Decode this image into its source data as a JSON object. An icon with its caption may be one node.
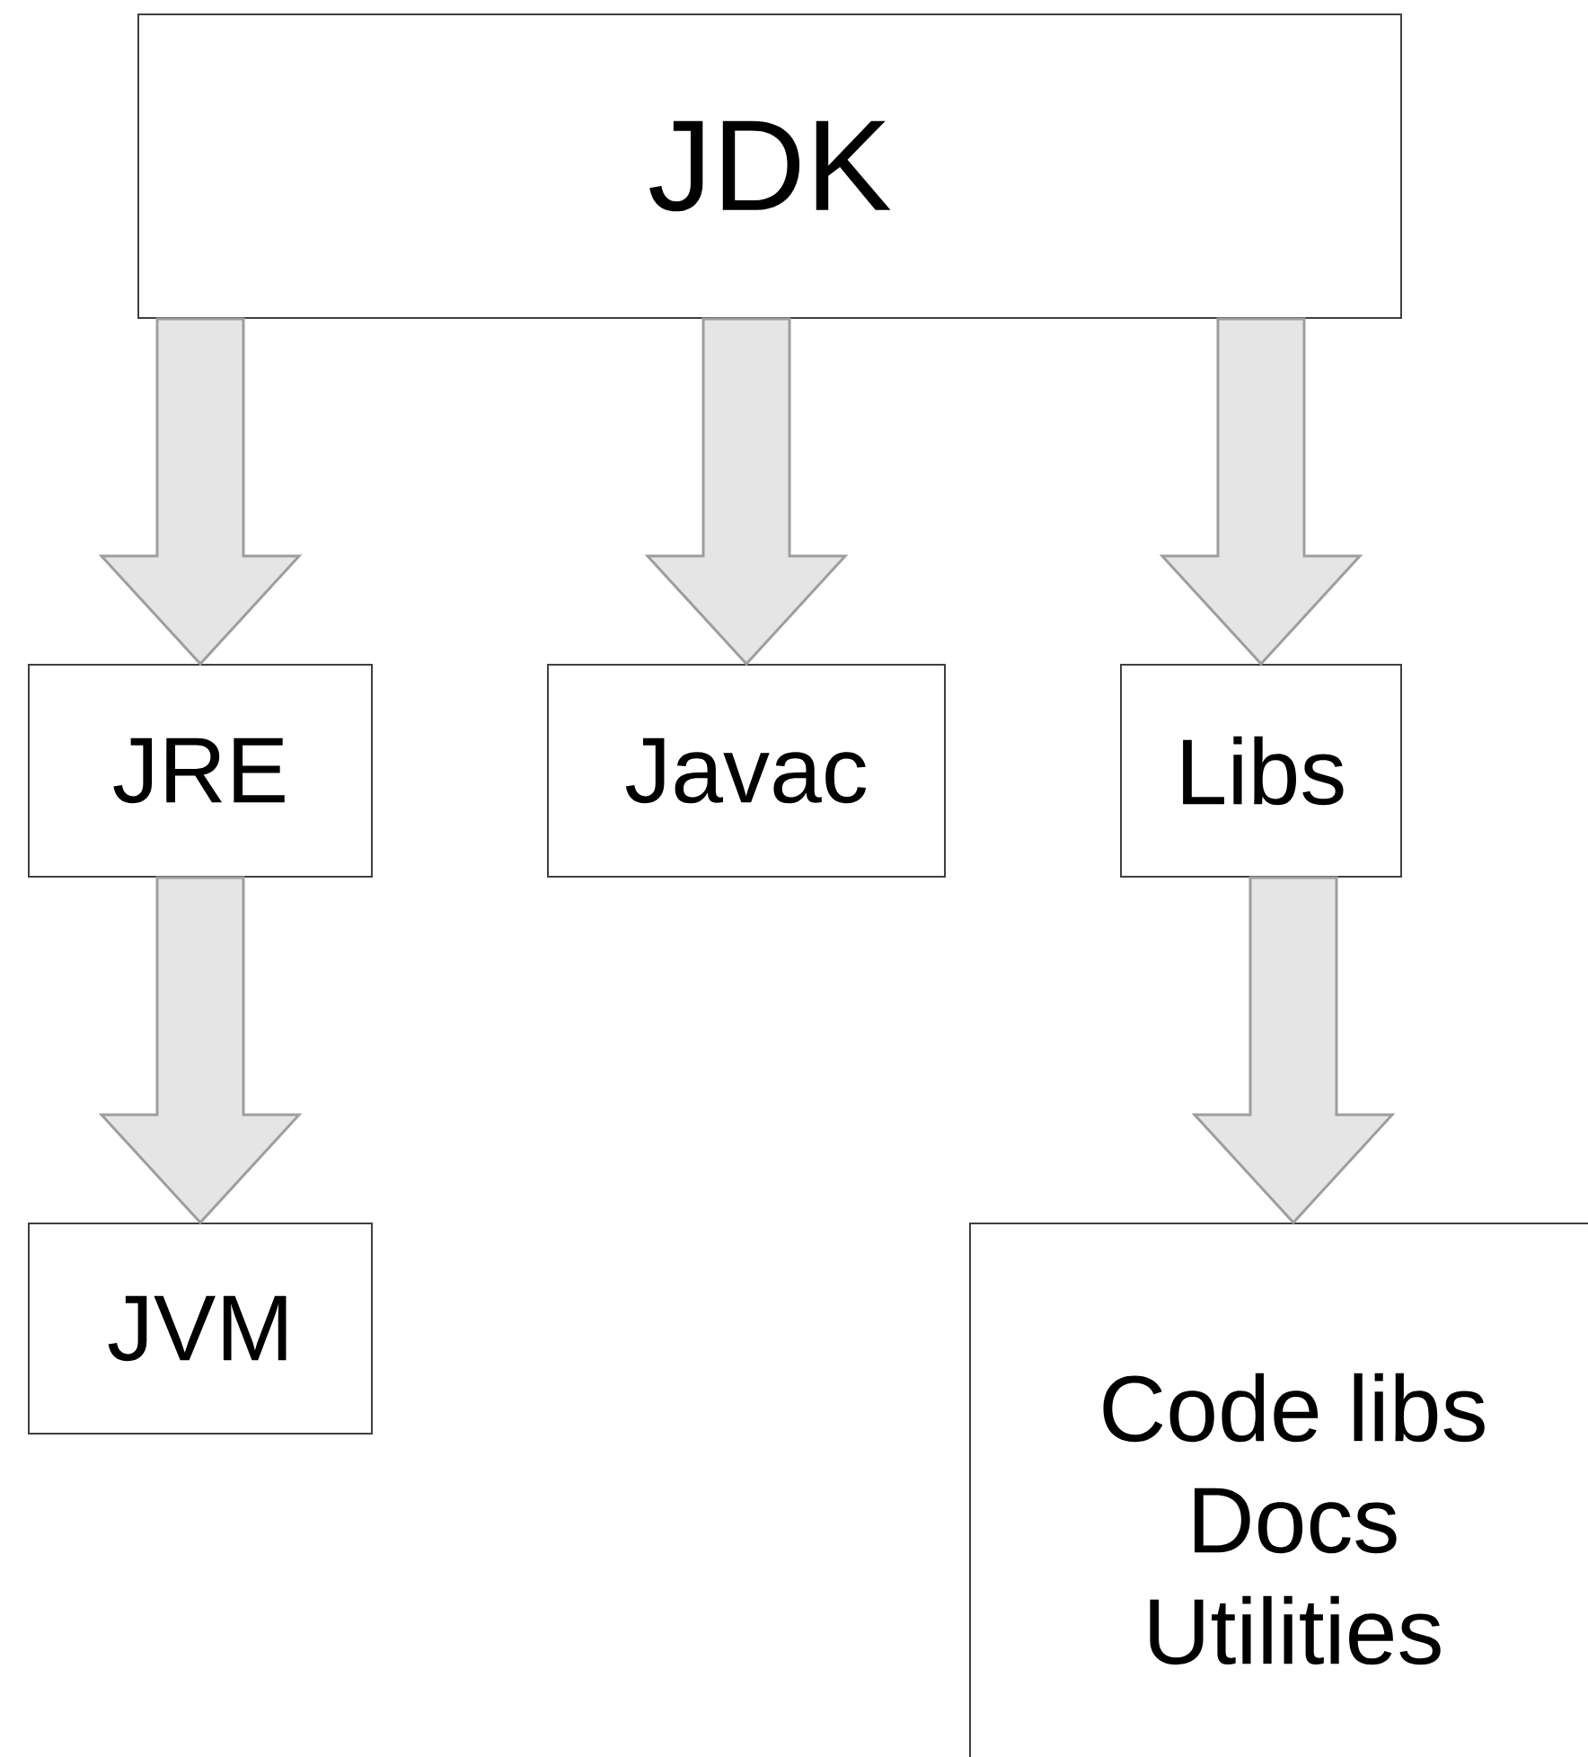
{
  "diagram": {
    "nodes": [
      {
        "text": [
          "JDK"
        ]
      },
      {
        "text": [
          "JRE"
        ]
      },
      {
        "text": [
          "Javac"
        ]
      },
      {
        "text": [
          "Libs"
        ]
      },
      {
        "text": [
          "JVM"
        ]
      },
      {
        "text": [
          "Code libs",
          "Docs",
          "Utilities"
        ]
      }
    ],
    "edges": [
      {
        "from": 0,
        "to": 1,
        "arrow": "to"
      },
      {
        "from": 0,
        "to": 2,
        "arrow": "to"
      },
      {
        "from": 0,
        "to": 3,
        "arrow": "to"
      },
      {
        "from": 1,
        "to": 4,
        "arrow": "to"
      },
      {
        "from": 3,
        "to": 5,
        "arrow": "to"
      }
    ]
  }
}
